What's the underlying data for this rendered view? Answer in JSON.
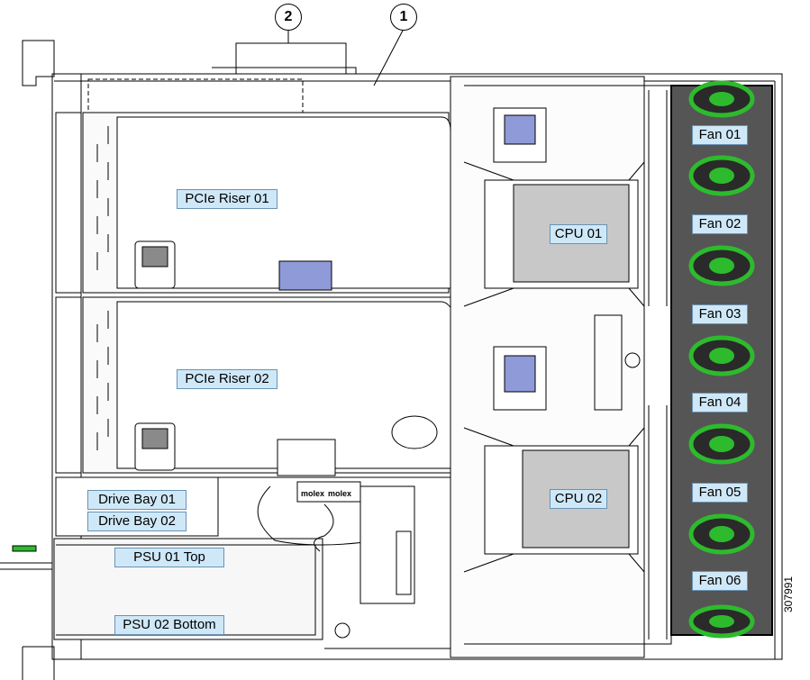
{
  "callouts": {
    "c1": "1",
    "c2": "2"
  },
  "labels": {
    "riser1": "PCIe Riser 01",
    "riser2": "PCIe Riser 02",
    "cpu1": "CPU 01",
    "cpu2": "CPU 02",
    "bay1": "Drive Bay 01",
    "bay2": "Drive Bay 02",
    "psu1": "PSU 01 Top",
    "psu2": "PSU 02 Bottom",
    "molex1": "molex",
    "molex2": "molex"
  },
  "fans": [
    "Fan 01",
    "Fan 02",
    "Fan 03",
    "Fan 04",
    "Fan 05",
    "Fan 06"
  ],
  "doc_number": "307991",
  "colors": {
    "label_fill": "#cfe8f8",
    "fan_ring": "#2dbb2d",
    "cpu_fill": "#c8c8c8",
    "latch": "#8f9ad8"
  }
}
